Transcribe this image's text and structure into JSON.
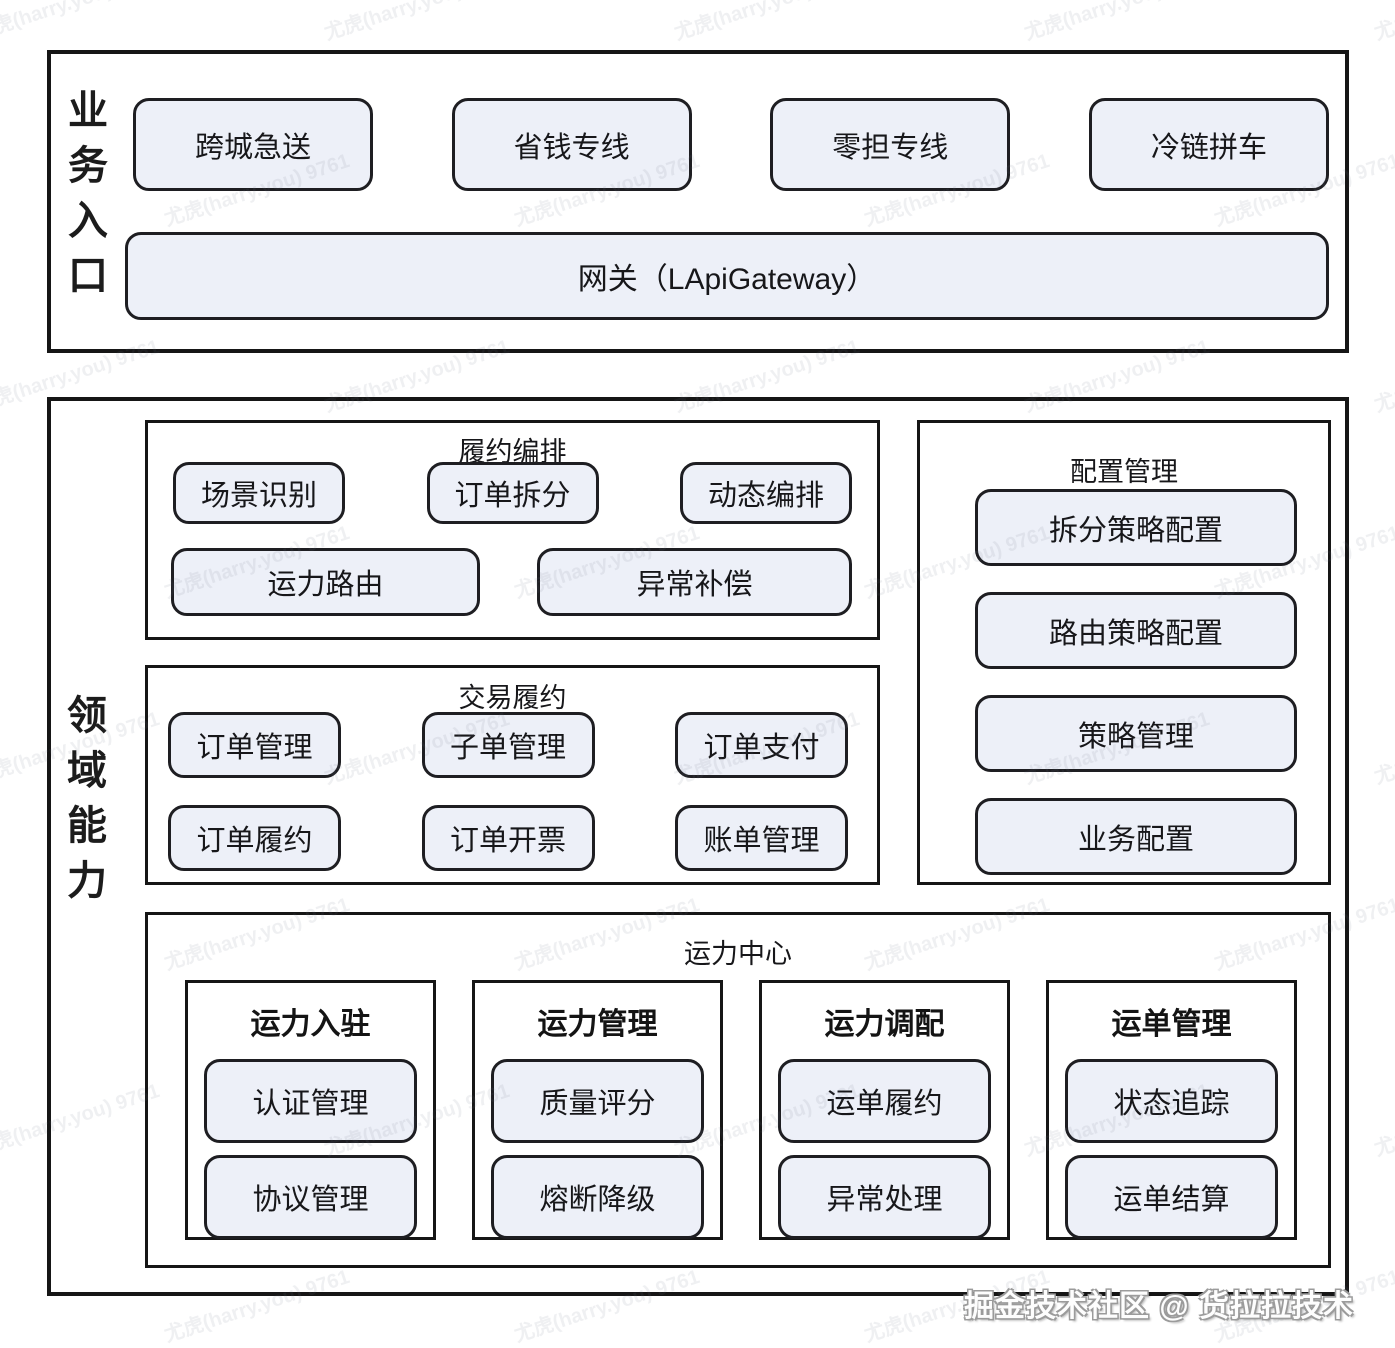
{
  "watermark": {
    "text": "尤虎(harry.you) 9761"
  },
  "credit": {
    "text": "掘金技术社区 @ 货拉拉技术"
  },
  "colors": {
    "pill_fill": "#edf0f8",
    "line": "#161616",
    "text": "#1a1a1a",
    "background": "#ffffff"
  },
  "business_entry": {
    "label": "业务入口",
    "entries": [
      "跨城急送",
      "省钱专线",
      "零担专线",
      "冷链拼车"
    ],
    "gateway": "网关（LApiGateway）"
  },
  "domain_capability": {
    "label": "领域能力",
    "fulfillment_orchestration": {
      "title": "履约编排",
      "row1": [
        "场景识别",
        "订单拆分",
        "动态编排"
      ],
      "row2": [
        "运力路由",
        "异常补偿"
      ]
    },
    "config_management": {
      "title": "配置管理",
      "items": [
        "拆分策略配置",
        "路由策略配置",
        "策略管理",
        "业务配置"
      ]
    },
    "trade_fulfillment": {
      "title": "交易履约",
      "row1": [
        "订单管理",
        "子单管理",
        "订单支付"
      ],
      "row2": [
        "订单履约",
        "订单开票",
        "账单管理"
      ]
    },
    "capacity_center": {
      "title": "运力中心",
      "groups": [
        {
          "title": "运力入驻",
          "items": [
            "认证管理",
            "协议管理"
          ]
        },
        {
          "title": "运力管理",
          "items": [
            "质量评分",
            "熔断降级"
          ]
        },
        {
          "title": "运力调配",
          "items": [
            "运单履约",
            "异常处理"
          ]
        },
        {
          "title": "运单管理",
          "items": [
            "状态追踪",
            "运单结算"
          ]
        }
      ]
    }
  }
}
